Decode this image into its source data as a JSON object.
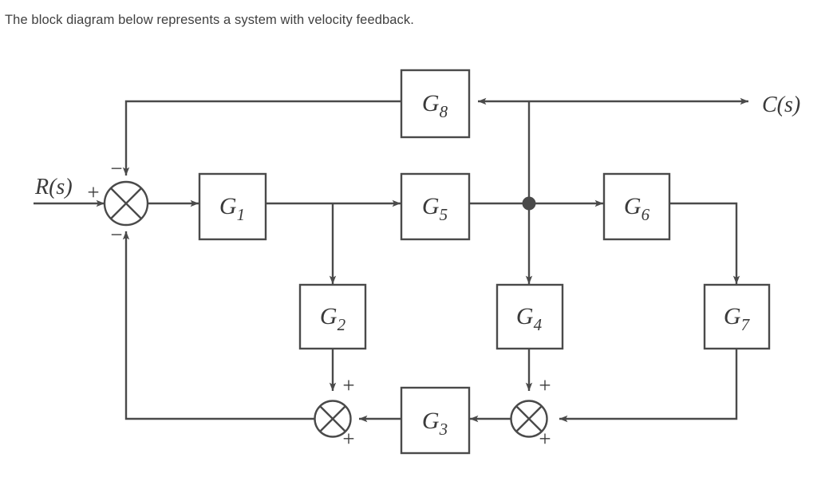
{
  "page": {
    "prompt": "The block diagram below represents a system with velocity feedback.",
    "background_color": "#ffffff",
    "line_color": "#4a4a4a",
    "text_color": "#3a3a3a"
  },
  "diagram": {
    "type": "control-system-block-diagram",
    "signals": {
      "input": "R(s)",
      "output": "C(s)"
    },
    "blocks": [
      {
        "id": "G1",
        "label": "G",
        "sub": "1"
      },
      {
        "id": "G2",
        "label": "G",
        "sub": "2"
      },
      {
        "id": "G3",
        "label": "G",
        "sub": "3"
      },
      {
        "id": "G4",
        "label": "G",
        "sub": "4"
      },
      {
        "id": "G5",
        "label": "G",
        "sub": "5"
      },
      {
        "id": "G6",
        "label": "G",
        "sub": "6"
      },
      {
        "id": "G7",
        "label": "G",
        "sub": "7"
      },
      {
        "id": "G8",
        "label": "G",
        "sub": "8"
      }
    ],
    "summing_junctions": [
      {
        "id": "sum-input",
        "signs": {
          "left": "+",
          "top": "−",
          "bottom": "−"
        }
      },
      {
        "id": "sum-left",
        "signs": {
          "top": "+",
          "right": "+"
        }
      },
      {
        "id": "sum-right",
        "signs": {
          "top": "+",
          "right": "+"
        }
      }
    ],
    "branch_nodes": [
      {
        "id": "node-g5-output"
      }
    ]
  }
}
